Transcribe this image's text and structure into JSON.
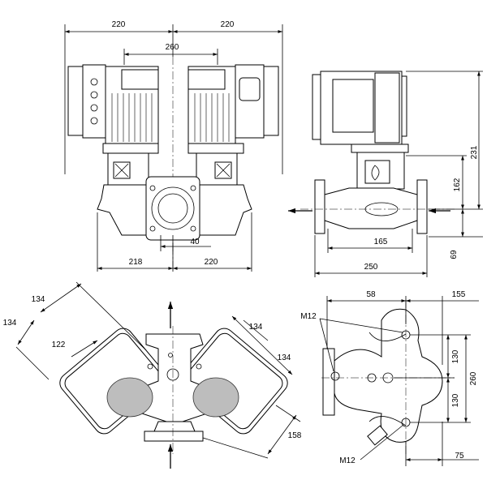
{
  "dimensions": {
    "front_view": {
      "width_left": "220",
      "width_right": "220",
      "motor_spacing": "260",
      "port_offset": "40",
      "base_left": "218",
      "base_right": "220"
    },
    "side_view": {
      "height_total": "231",
      "height_upper": "162",
      "height_base": "69",
      "depth_inner": "165",
      "depth_outer": "250"
    },
    "top_view": {
      "diag_a": "134",
      "diag_b": "134",
      "diag_c": "122",
      "diag_d": "134",
      "diag_e": "134",
      "diag_f": "158"
    },
    "bottom_view": {
      "width_a": "58",
      "width_b": "155",
      "hole_upper": "130",
      "hole_lower": "130",
      "hole_total": "260",
      "offset": "75",
      "thread_top": "M12",
      "thread_bottom": "M12"
    }
  }
}
